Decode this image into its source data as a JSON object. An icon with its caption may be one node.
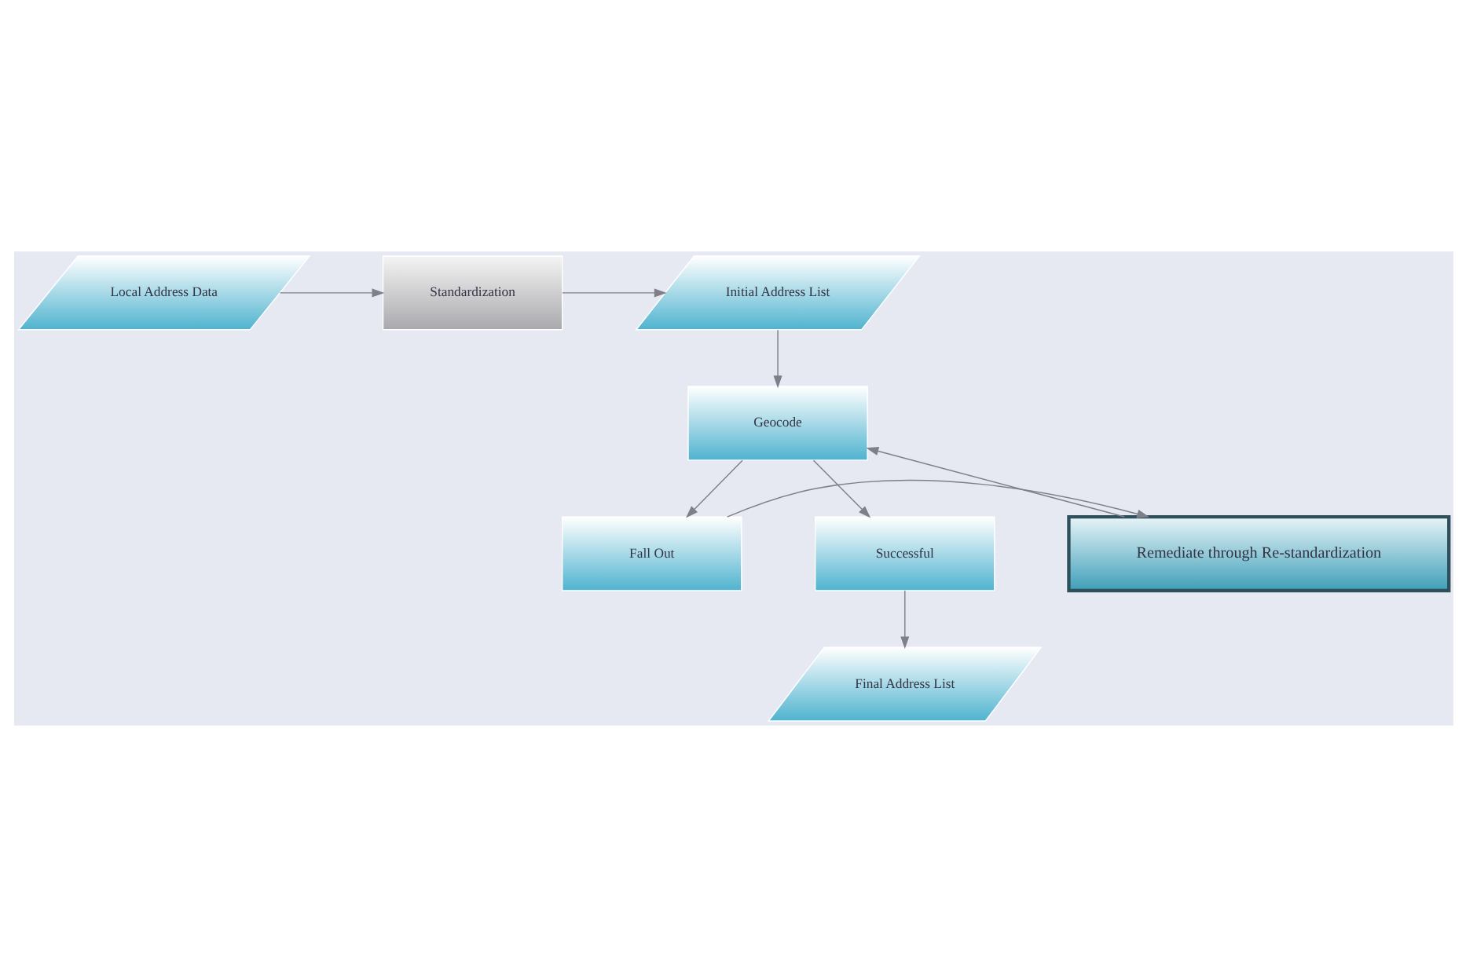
{
  "diagram": {
    "nodes": [
      {
        "text": [
          "Local Address Data"
        ]
      },
      {
        "text": [
          "Standardization"
        ]
      },
      {
        "text": [
          "Initial Address List"
        ]
      },
      {
        "text": [
          "Geocode"
        ]
      },
      {
        "text": [
          "Remediate through Re-standardization"
        ]
      },
      {
        "text": [
          "Fall Out"
        ]
      },
      {
        "text": [
          "Successful"
        ]
      },
      {
        "text": [
          "Final Address List"
        ]
      }
    ],
    "edges": [
      {
        "from": 0,
        "to": 1,
        "arrow": "to"
      },
      {
        "from": 1,
        "to": 2,
        "arrow": "to"
      },
      {
        "from": 2,
        "to": 3,
        "arrow": "to"
      },
      {
        "from": 3,
        "to": 5,
        "arrow": "to"
      },
      {
        "from": 3,
        "to": 6,
        "arrow": "to"
      },
      {
        "from": 5,
        "to": 4,
        "arrow": "to"
      },
      {
        "from": 4,
        "to": 3,
        "arrow": "to"
      },
      {
        "from": 6,
        "to": 7,
        "arrow": "to"
      }
    ]
  }
}
